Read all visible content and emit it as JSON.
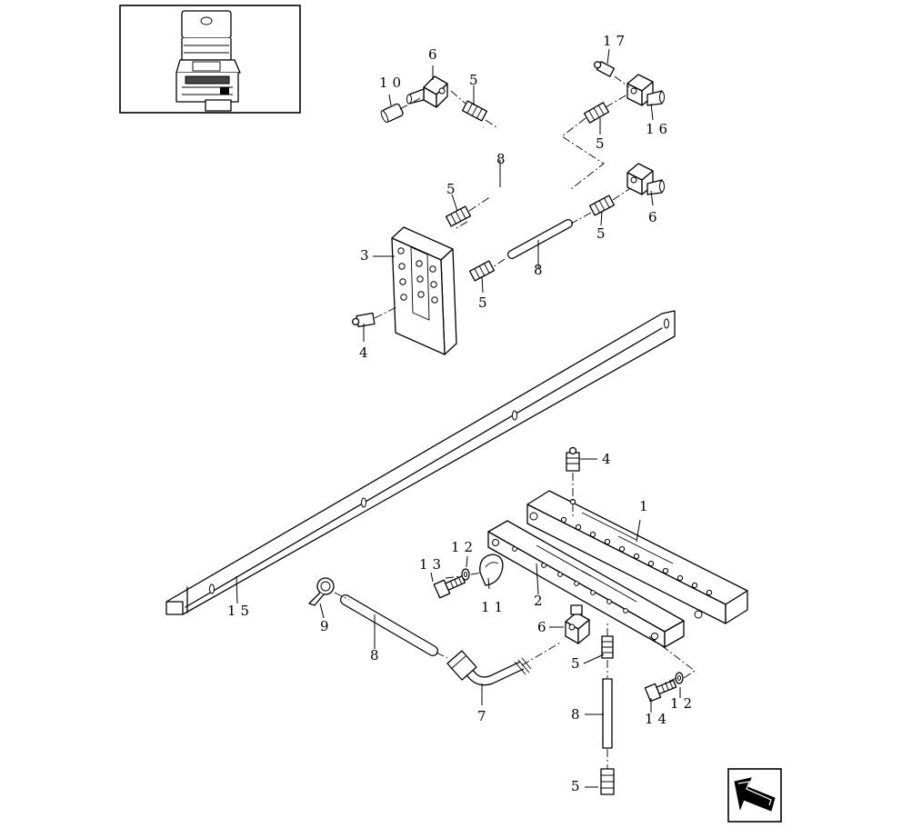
{
  "callouts": {
    "c1": "1",
    "c2": "2",
    "c3": "3",
    "c4a": "4",
    "c4b": "4",
    "c5a": "5",
    "c5b": "5",
    "c5c": "5",
    "c5d": "5",
    "c5e": "5",
    "c5f": "5",
    "c5g": "5",
    "c6a": "6",
    "c6b": "6",
    "c6c": "6",
    "c7": "7",
    "c8a": "8",
    "c8b": "8",
    "c8c": "8",
    "c8d": "8",
    "c9": "9",
    "c10": "10",
    "c11": "11",
    "c12a": "12",
    "c12b": "12",
    "c13": "13",
    "c14": "14",
    "c15": "15",
    "c16": "16",
    "c17": "17"
  },
  "icons": {
    "thumbnail": "assembly-thumbnail-icon",
    "navigation": "return-arrow-icon"
  }
}
